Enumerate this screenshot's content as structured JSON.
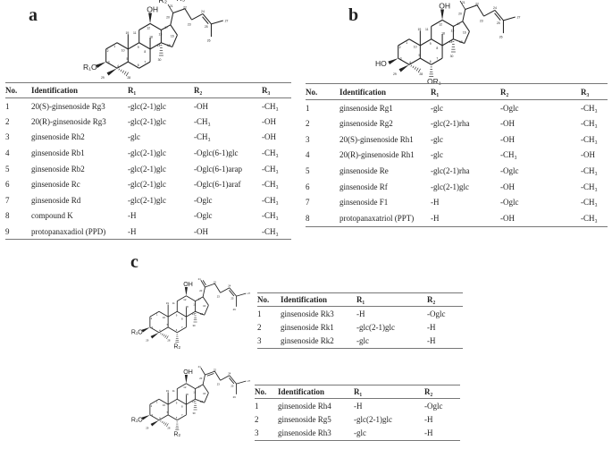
{
  "panels": {
    "a": {
      "label": "a",
      "structure_labels": {
        "c3_sub": "R₁O",
        "c12_sub": "OH",
        "r2": "R₂",
        "r3": "R₃"
      },
      "columns": [
        "No.",
        "Identification",
        "R₁",
        "R₂",
        "R₃"
      ],
      "rows": [
        [
          "1",
          "20(S)-ginsenoside Rg3",
          "-glc(2-1)glc",
          "-OH",
          "-CH₃"
        ],
        [
          "2",
          "20(R)-ginsenoside Rg3",
          "-glc(2-1)glc",
          "-CH₃",
          "-OH"
        ],
        [
          "3",
          "ginsenoside Rh2",
          "-glc",
          "-CH₃",
          "-OH"
        ],
        [
          "4",
          "ginsenoside Rb1",
          "-glc(2-1)glc",
          "-Oglc(6-1)glc",
          "-CH₃"
        ],
        [
          "5",
          "ginsenoside Rb2",
          "-glc(2-1)glc",
          "-Oglc(6-1)arap",
          "-CH₃"
        ],
        [
          "6",
          "ginsenoside Rc",
          "-glc(2-1)glc",
          "-Oglc(6-1)araf",
          "-CH₃"
        ],
        [
          "7",
          "ginsenoside Rd",
          "-glc(2-1)glc",
          "-Oglc",
          "-CH₃"
        ],
        [
          "8",
          "compound K",
          "-H",
          "-Oglc",
          "-CH₃"
        ],
        [
          "9",
          "protopanaxadiol (PPD)",
          "-H",
          "-OH",
          "-CH₃"
        ]
      ]
    },
    "b": {
      "label": "b",
      "structure_labels": {
        "c3_sub": "HO",
        "c12_sub": "OH",
        "c6_sub": "OR₁",
        "r2": "R₂",
        "r3": "R₃"
      },
      "columns": [
        "No.",
        "Identification",
        "R₁",
        "R₂",
        "R₃"
      ],
      "rows": [
        [
          "1",
          "ginsenoside Rg1",
          "-glc",
          "-Oglc",
          "-CH₃"
        ],
        [
          "2",
          "ginsenoside Rg2",
          "-glc(2-1)rha",
          "-OH",
          "-CH₃"
        ],
        [
          "3",
          "20(S)-ginsenoside Rh1",
          "-glc",
          "-OH",
          "-CH₃"
        ],
        [
          "4",
          "20(R)-ginsenoside Rh1",
          "-glc",
          "-CH₃",
          "-OH"
        ],
        [
          "5",
          "ginsenoside Re",
          "-glc(2-1)rha",
          "-Oglc",
          "-CH₃"
        ],
        [
          "6",
          "ginsenoside Rf",
          "-glc(2-1)glc",
          "-OH",
          "-CH₃"
        ],
        [
          "7",
          "ginsenoside F1",
          "-H",
          "-Oglc",
          "-CH₃"
        ],
        [
          "8",
          "protopanaxatriol (PPT)",
          "-H",
          "-OH",
          "-CH₃"
        ]
      ]
    },
    "c": {
      "label": "c",
      "structure_labels": {
        "c3_sub": "R₁O",
        "c12_sub": "OH",
        "c6_sub": "R₂"
      },
      "tables": [
        {
          "columns": [
            "No.",
            "Identification",
            "R₁",
            "R₂"
          ],
          "rows": [
            [
              "1",
              "ginsenoside Rk3",
              "-H",
              "-Oglc"
            ],
            [
              "2",
              "ginsenoside Rk1",
              "-glc(2-1)glc",
              "-H"
            ],
            [
              "3",
              "ginsenoside Rk2",
              "-glc",
              "-H"
            ]
          ]
        },
        {
          "columns": [
            "No.",
            "Identification",
            "R₁",
            "R₂"
          ],
          "rows": [
            [
              "1",
              "ginsenoside Rh4",
              "-H",
              "-Oglc"
            ],
            [
              "2",
              "ginsenoside Rg5",
              "-glc(2-1)glc",
              "-H"
            ],
            [
              "3",
              "ginsenoside Rh3",
              "-glc",
              "-H"
            ]
          ]
        }
      ]
    }
  },
  "atom_numbers": [
    "1",
    "2",
    "3",
    "4",
    "5",
    "6",
    "7",
    "8",
    "9",
    "10",
    "11",
    "12",
    "13",
    "14",
    "15",
    "16",
    "17",
    "18",
    "19",
    "20",
    "21",
    "22",
    "23",
    "24",
    "25",
    "26",
    "27",
    "28",
    "29",
    "30"
  ],
  "colors": {
    "line": "#222222",
    "rule": "#777777"
  }
}
